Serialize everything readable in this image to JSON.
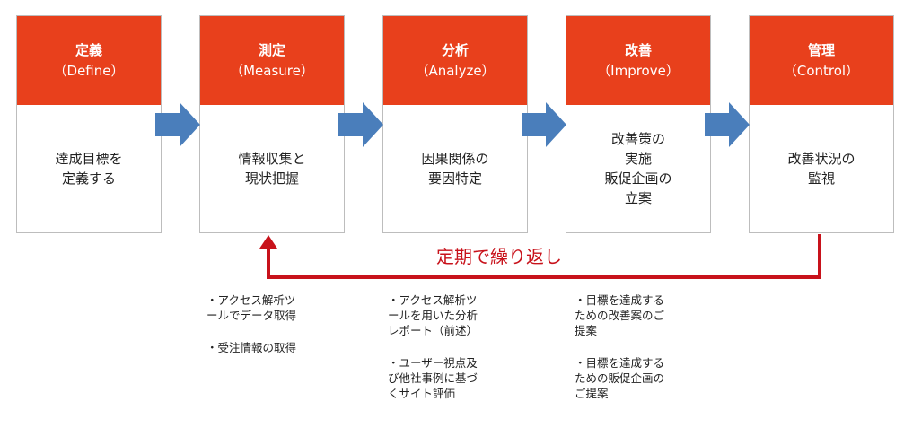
{
  "colors": {
    "stage_header": "#e8401c",
    "flow_arrow": "#4a7ebb",
    "loop_line": "#c8121b"
  },
  "stages": [
    {
      "name": "定義",
      "english": "（Define）",
      "description": [
        "達成目標を",
        "定義する"
      ]
    },
    {
      "name": "測定",
      "english": "（Measure）",
      "description": [
        "情報収集と",
        "現状把握"
      ]
    },
    {
      "name": "分析",
      "english": "（Analyze）",
      "description": [
        "因果関係の",
        "要因特定"
      ]
    },
    {
      "name": "改善",
      "english": "（Improve）",
      "description": [
        "改善策の",
        "実施",
        "販促企画の",
        "立案"
      ]
    },
    {
      "name": "管理",
      "english": "（Control）",
      "description": [
        "改善状況の",
        "監視"
      ]
    }
  ],
  "loop": {
    "label": "定期で繰り返し"
  },
  "notes": [
    {
      "items": [
        "・アクセス解析ツ\nールでデータ取得",
        "・受注情報の取得"
      ]
    },
    {
      "items": [
        "・アクセス解析ツ\nールを用いた分析\nレポート（前述）",
        "・ユーザー視点及\nび他社事例に基づ\nくサイト評価"
      ]
    },
    {
      "items": [
        "・目標を達成する\nための改善案のご\n提案",
        "・目標を達成する\nための販促企画の\nご提案"
      ]
    }
  ]
}
